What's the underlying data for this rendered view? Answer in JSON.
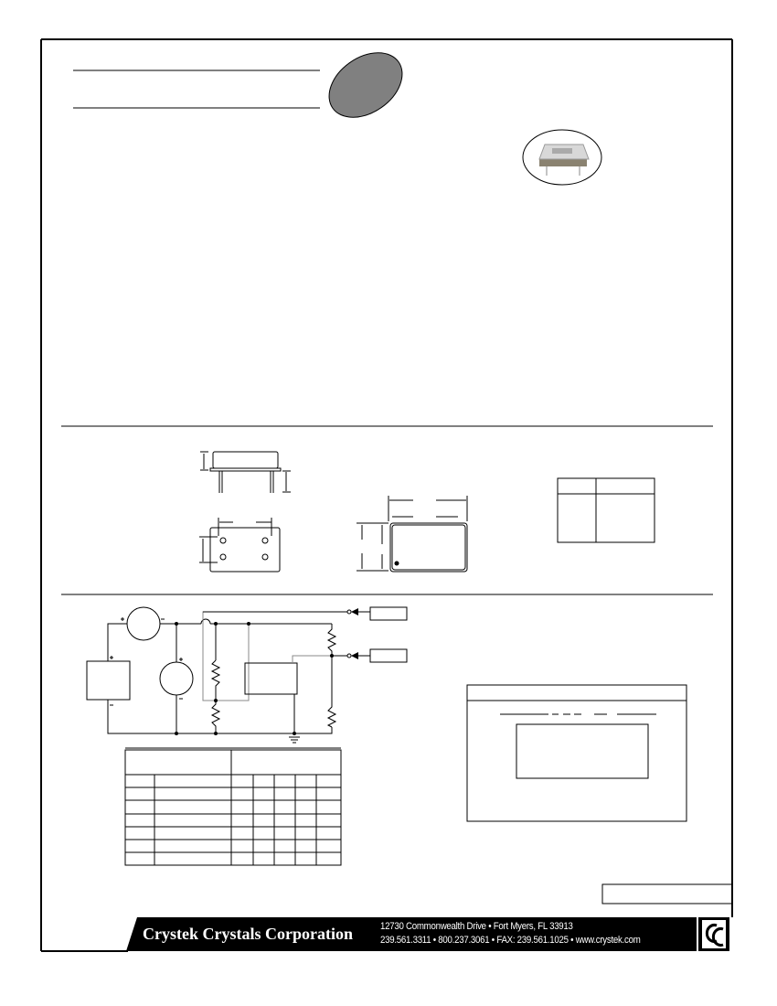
{
  "footer": {
    "company": "Crystek Crystals Corporation",
    "address": "12730 Commonwealth Drive • Fort Myers, FL  33913",
    "contact": "239.561.3311 • 800.237.3061 • FAX: 239.561.1025 • www.crystek.com",
    "logo_text": "CC"
  },
  "colors": {
    "badge": "#808080",
    "banner": "#000000"
  }
}
